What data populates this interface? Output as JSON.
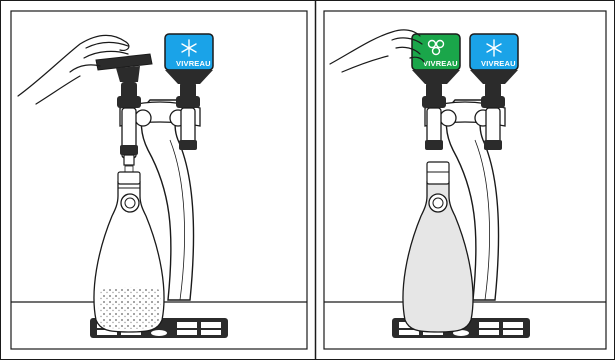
{
  "panels": [
    {
      "id": "left",
      "tap_labels": {
        "right_tap": "VIVREAU"
      },
      "state": "pouring-sparkling"
    },
    {
      "id": "right",
      "tap_labels": {
        "left_tap": "VIVREAU",
        "right_tap": "VIVREAU"
      },
      "state": "bottle-filled"
    }
  ],
  "colors": {
    "blue_tap": "#1aa3e8",
    "green_tap": "#1aa64a",
    "outline": "#1a1a1a",
    "bottle_fill": "#e6e6e6",
    "drip_tray": "#2b2b2b"
  },
  "icons": {
    "blue_tap_icon": "snowflake-icon",
    "green_tap_icon": "bubbles-icon"
  }
}
